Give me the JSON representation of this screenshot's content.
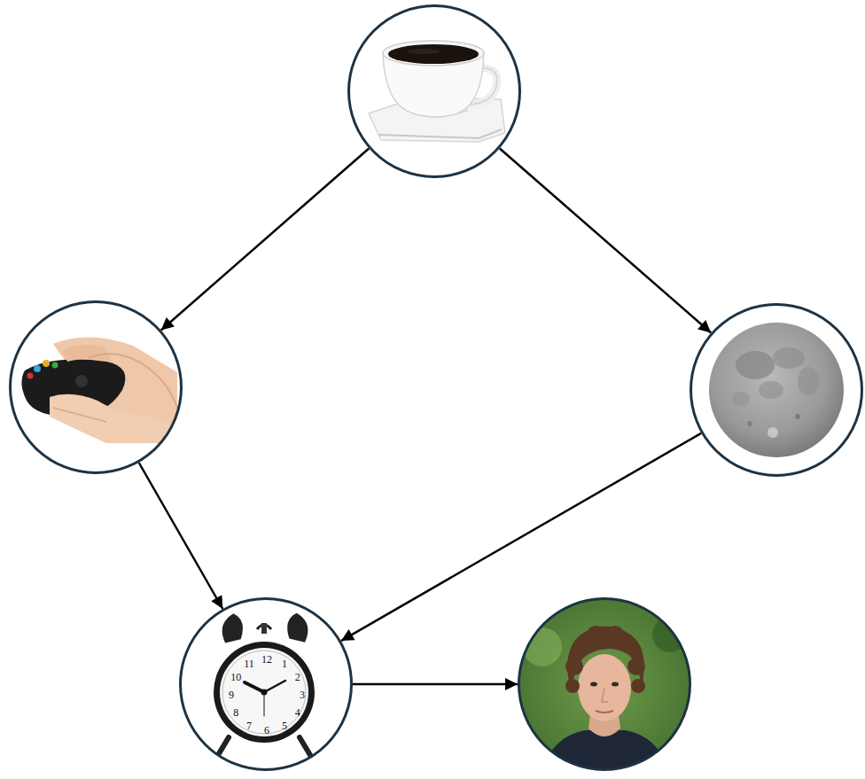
{
  "diagram": {
    "nodes": [
      {
        "text": []
      },
      {
        "text": []
      },
      {
        "text": []
      },
      {
        "text": [
          "12",
          "1",
          "2",
          "3",
          "4",
          "5",
          "6",
          "7",
          "8",
          "9",
          "10",
          "11"
        ]
      },
      {
        "text": []
      }
    ],
    "edges": [
      {
        "from": 0,
        "to": 1,
        "arrow": "to"
      },
      {
        "from": 0,
        "to": 2,
        "arrow": "to"
      },
      {
        "from": 1,
        "to": 3,
        "arrow": "to"
      },
      {
        "from": 2,
        "to": 3,
        "arrow": "to"
      },
      {
        "from": 3,
        "to": 4,
        "arrow": "to"
      }
    ]
  }
}
